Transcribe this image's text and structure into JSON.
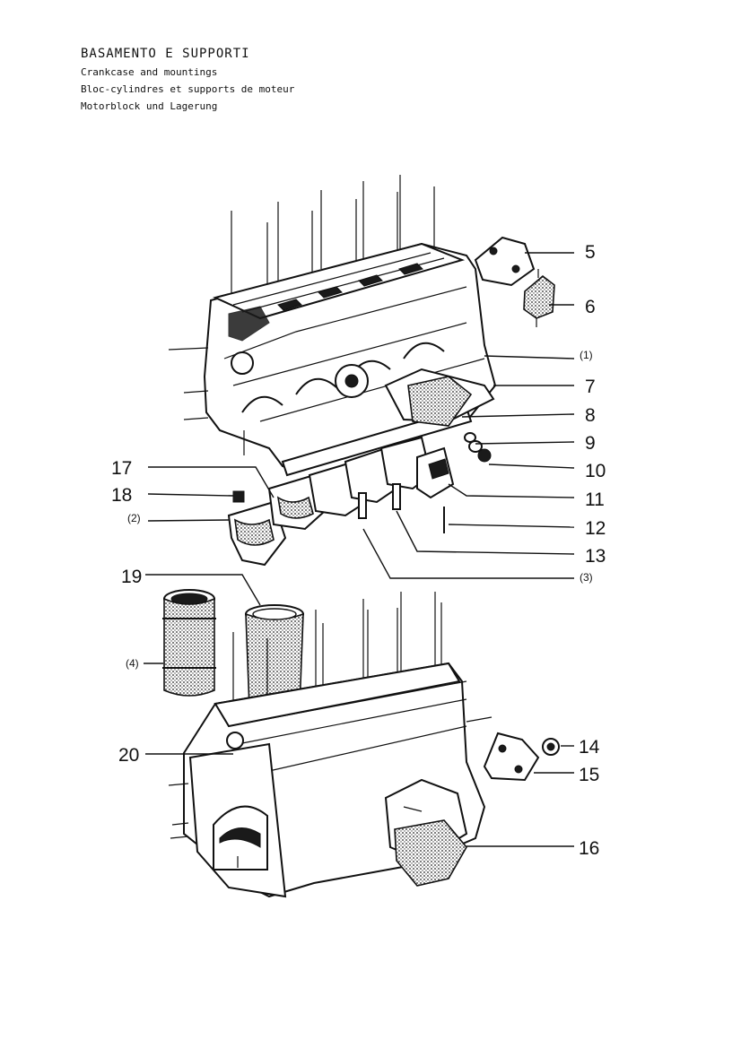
{
  "header": {
    "title_it": "BASAMENTO E SUPPORTI",
    "title_en": "Crankcase and mountings",
    "title_fr": "Bloc-cylindres et supports de moteur",
    "title_de": "Motorblock und Lagerung"
  },
  "callouts": [
    {
      "id": "c5",
      "label": "5"
    },
    {
      "id": "c6",
      "label": "6"
    },
    {
      "id": "r1",
      "label": "(1)"
    },
    {
      "id": "c7",
      "label": "7"
    },
    {
      "id": "c8",
      "label": "8"
    },
    {
      "id": "c9",
      "label": "9"
    },
    {
      "id": "c10",
      "label": "10"
    },
    {
      "id": "c11",
      "label": "11"
    },
    {
      "id": "c12",
      "label": "12"
    },
    {
      "id": "c13",
      "label": "13"
    },
    {
      "id": "r3",
      "label": "(3)"
    },
    {
      "id": "c17",
      "label": "17"
    },
    {
      "id": "c18",
      "label": "18"
    },
    {
      "id": "r2",
      "label": "(2)"
    },
    {
      "id": "c19",
      "label": "19"
    },
    {
      "id": "r4",
      "label": "(4)"
    },
    {
      "id": "c20",
      "label": "20"
    },
    {
      "id": "c14",
      "label": "14"
    },
    {
      "id": "c15",
      "label": "15"
    },
    {
      "id": "c16",
      "label": "16"
    }
  ]
}
